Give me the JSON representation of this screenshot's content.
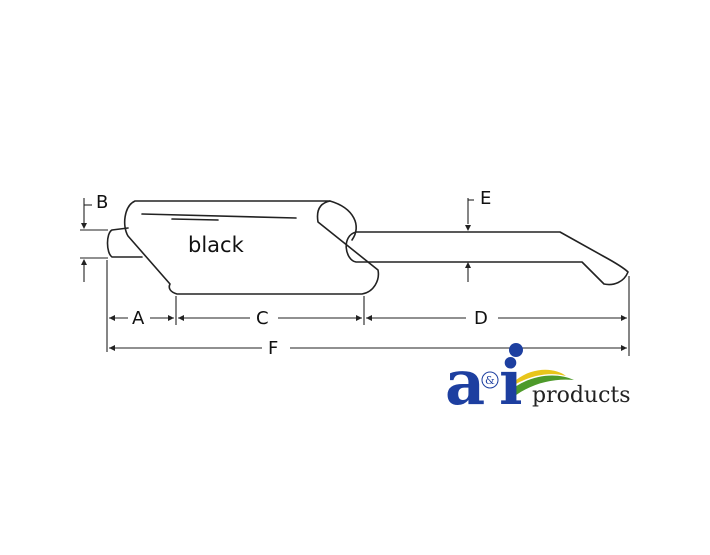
{
  "diagram": {
    "body_label": "black",
    "dimensions": {
      "a": "A",
      "b": "B",
      "c": "C",
      "d": "D",
      "e": "E",
      "f": "F"
    }
  },
  "logo": {
    "letter_a": "a",
    "ampersand": "&",
    "letter_i": "i",
    "wordmark": "products",
    "colors": {
      "blue": "#1d3fa0",
      "green": "#4e9a2a",
      "yellow": "#e8c51a"
    }
  }
}
